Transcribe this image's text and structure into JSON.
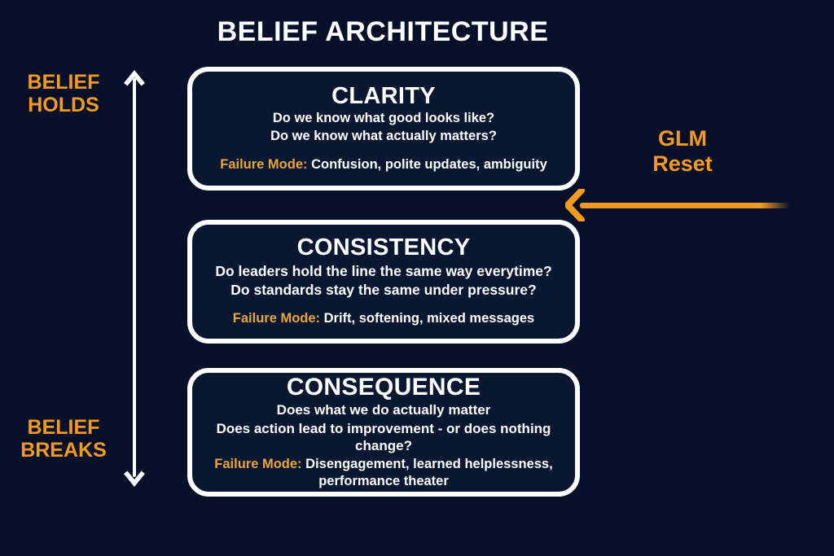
{
  "diagram": {
    "title": "BELIEF ARCHITECTURE",
    "background_color": "#061029",
    "box_fill_color": "#0A1730",
    "box_border_color": "#FFFFFF",
    "accent_orange": "#F29A22",
    "failure_label_color": "#E9A53C"
  },
  "axis": {
    "top_label": "BELIEF HOLDS",
    "top_label_line1": "BELIEF",
    "top_label_line2": "HOLDS",
    "bottom_label": "BELIEF BREAKS",
    "bottom_label_line1": "BELIEF",
    "bottom_label_line2": "BREAKS",
    "direction": "vertical-double-arrow",
    "up_icon": "arrow-up-icon",
    "down_icon": "arrow-down-icon"
  },
  "stages": [
    {
      "title": "CLARITY",
      "questions": [
        "Do we know what good looks like?",
        "Do we know what actually matters?"
      ],
      "failure_label": "Failure Mode:",
      "failure_text": " Confusion, polite updates, ambiguity"
    },
    {
      "title": "CONSISTENCY",
      "questions": [
        "Do leaders hold the line the same way everytime?",
        "Do standards stay the same under pressure?"
      ],
      "failure_label": "Failure Mode:",
      "failure_text": " Drift, softening, mixed messages"
    },
    {
      "title": "CONSEQUENCE",
      "questions": [
        "Does what we do actually matter",
        "Does action lead to improvement - or does nothing change?"
      ],
      "failure_label": "Failure Mode:",
      "failure_text": " Disengagement, learned helplessness, performance theater"
    }
  ],
  "reset": {
    "label_line1": "GLM",
    "label_line2": "Reset",
    "label": "GLM Reset",
    "arrow_icon": "arrow-left-icon",
    "arrow_color": "#F29A22",
    "points_to_stage": "CONSISTENCY"
  }
}
